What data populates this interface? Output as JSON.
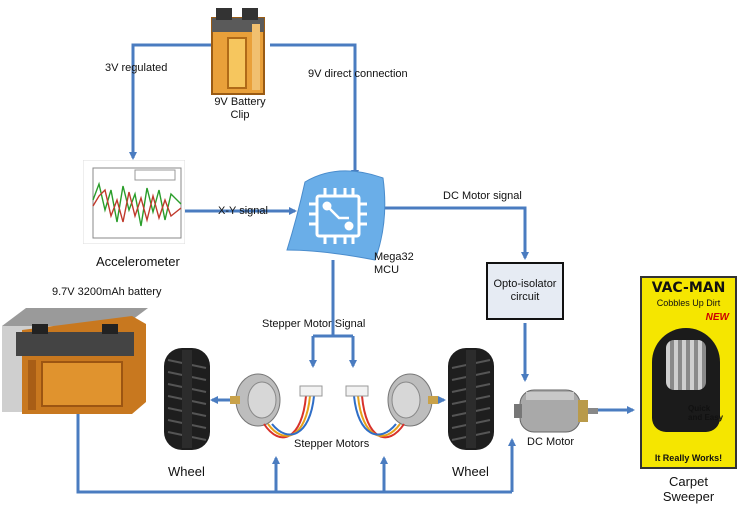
{
  "components": {
    "battery_clip": {
      "label_line1": "9V Battery",
      "label_line2": "Clip"
    },
    "accelerometer": {
      "label": "Accelerometer"
    },
    "mcu": {
      "label_line1": "Mega32",
      "label_line2": "MCU"
    },
    "opto_isolator": {
      "label_line1": "Opto-isolator",
      "label_line2": "circuit"
    },
    "car_battery": {
      "label": "9.7V 3200mAh battery"
    },
    "stepper_motors": {
      "label": "Stepper Motors"
    },
    "wheel_left": {
      "label": "Wheel"
    },
    "wheel_right": {
      "label": "Wheel"
    },
    "dc_motor": {
      "label": "DC Motor"
    },
    "carpet_sweeper": {
      "label_line1": "Carpet",
      "label_line2": "Sweeper",
      "brand": "VAC-MAN",
      "tagline": "Cobbles Up Dirt",
      "badge": "NEW",
      "promo_line1": "Quick",
      "promo_line2": "and Easy",
      "promo_line3": "It Really Works!"
    }
  },
  "connections": {
    "regulated": "3V regulated",
    "direct": "9V direct connection",
    "xy": "X-Y signal",
    "dc_signal": "DC Motor signal",
    "stepper_signal": "Stepper Motor Signal"
  },
  "colors": {
    "wire": "#4a7cc0",
    "mcu": "#6aaee8",
    "battery_body": "#d9892a",
    "battery_top": "#3a3a3a",
    "opto_fill": "#e6ebf3",
    "sweeper_bg": "#f5e600"
  }
}
